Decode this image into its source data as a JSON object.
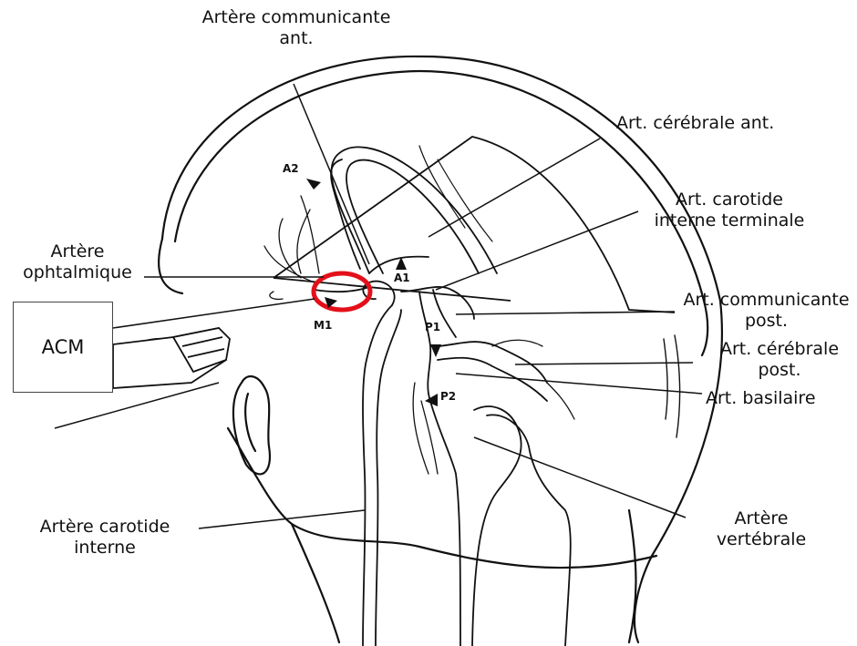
{
  "labels": {
    "acom_line1": "Artère communicante",
    "acom_line2": "ant.",
    "aca": "Art. cérébrale ant.",
    "ict_line1": "Art. carotide",
    "ict_line2": "interne terminale",
    "oph_line1": "Artère",
    "oph_line2": "ophtalmique",
    "pcom_line1": "Art. communicante",
    "pcom_line2": "post.",
    "pca_line1": "Art. cérébrale",
    "pca_line2": "post.",
    "basilar": "Art. basilaire",
    "ica_line1": "Artère carotide",
    "ica_line2": "interne",
    "vert_line1": "Artère",
    "vert_line2": "vertébrale"
  },
  "segments": {
    "a1": "A1",
    "a2": "A2",
    "m1": "M1",
    "p1": "P1",
    "p2": "P2"
  },
  "probe": {
    "label": "ACM"
  },
  "colors": {
    "highlight": "#e3101a",
    "ink": "#111111"
  }
}
